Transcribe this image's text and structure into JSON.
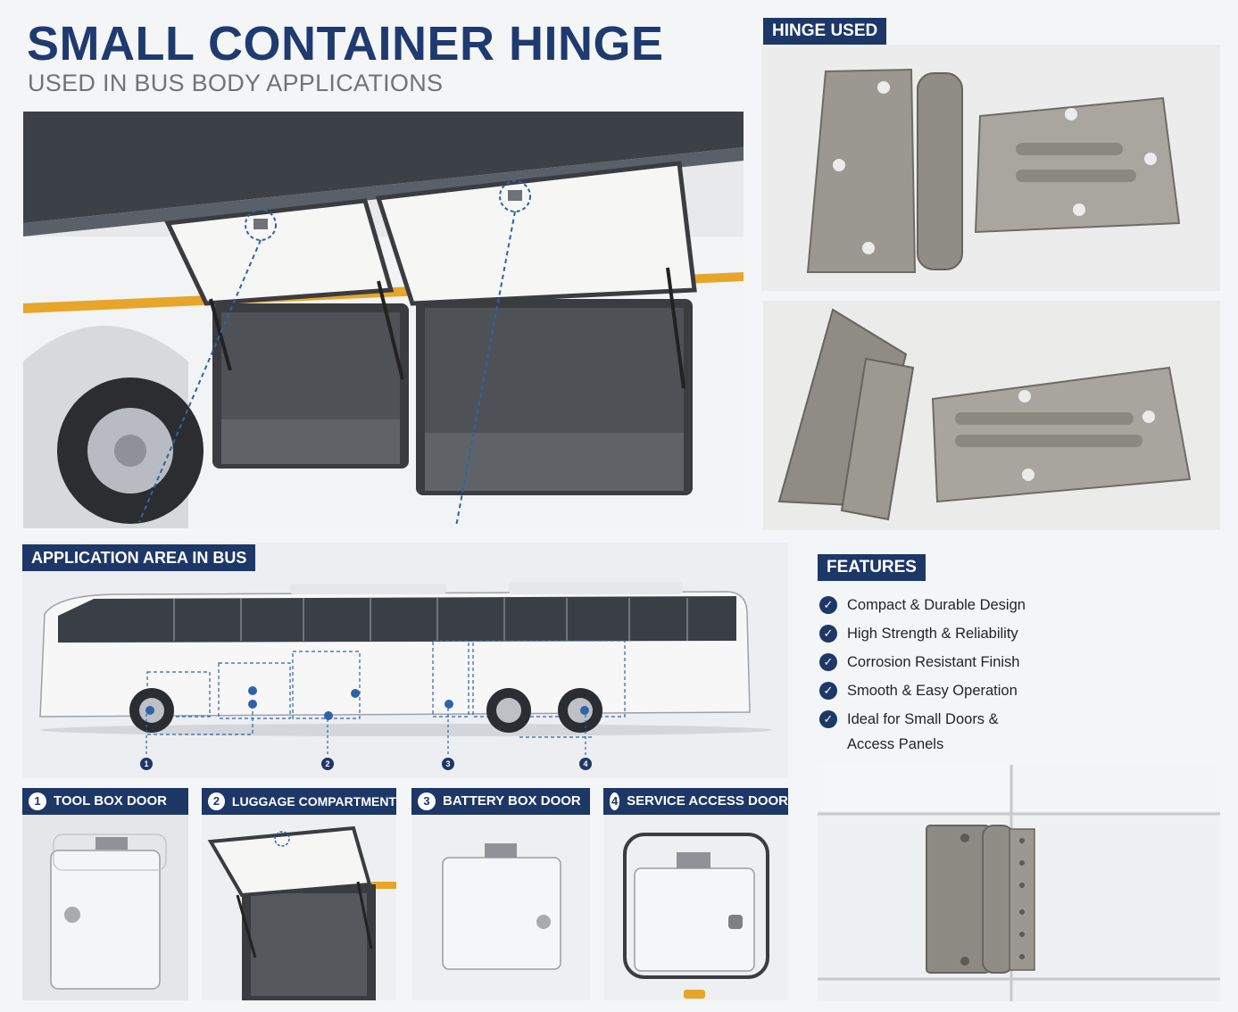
{
  "header": {
    "title": "SMALL CONTAINER HINGE",
    "subtitle": "USED IN BUS BODY APPLICATIONS"
  },
  "hinge_section": {
    "label": "HINGE USED"
  },
  "application": {
    "label": "APPLICATION AREA IN BUS",
    "callouts": [
      "1",
      "2",
      "3",
      "4"
    ]
  },
  "panels": [
    {
      "number": "1",
      "label": "TOOL BOX DOOR"
    },
    {
      "number": "2",
      "label": "LUGGAGE COMPARTMENT"
    },
    {
      "number": "3",
      "label": "BATTERY BOX DOOR"
    },
    {
      "number": "4",
      "label": "SERVICE ACCESS DOOR"
    }
  ],
  "features": {
    "label": "FEATURES",
    "items": [
      "Compact & Durable Design",
      "High Strength & Reliability",
      "Corrosion Resistant Finish",
      "Smooth & Easy Operation",
      "Ideal for Small Doors &",
      "Access Panels"
    ]
  },
  "icons": {
    "feature": "check-circle-icon"
  },
  "colors": {
    "brand": "#1d3767",
    "title": "#1f3a6e",
    "accent_stripe": "#e7a52a"
  }
}
